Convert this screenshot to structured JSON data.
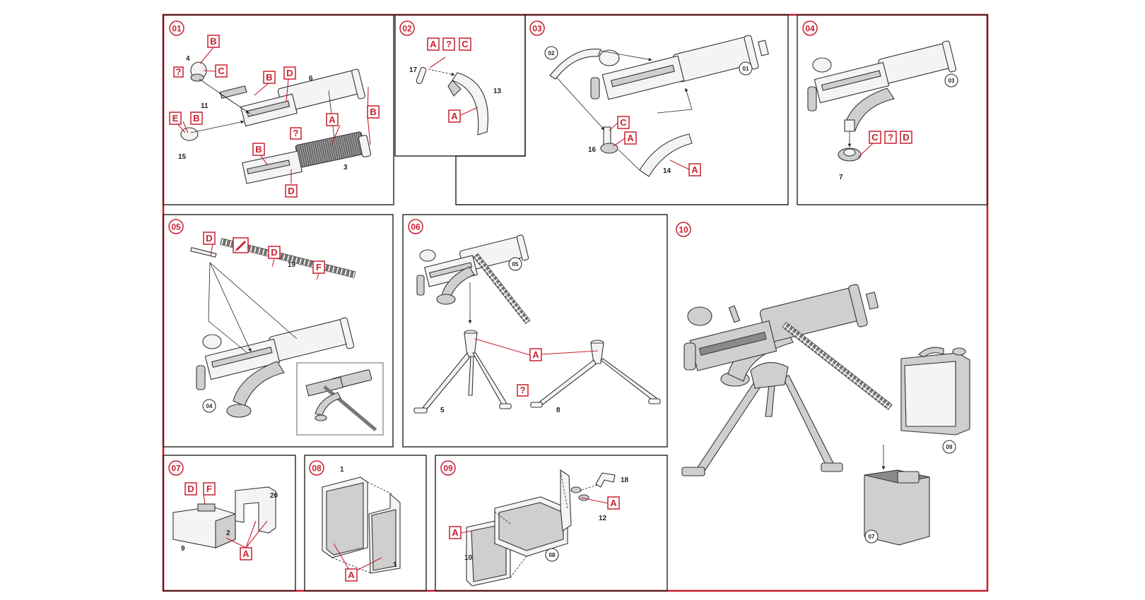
{
  "steps": [
    "01",
    "02",
    "03",
    "04",
    "05",
    "06",
    "07",
    "08",
    "09",
    "10"
  ],
  "labels": {
    "A": "A",
    "B": "B",
    "C": "C",
    "D": "D",
    "E": "E",
    "F": "F",
    "Q": "?"
  },
  "part_numbers": {
    "p1": "1",
    "p2": "2",
    "p3": "3",
    "p4": "4",
    "p5": "5",
    "p6": "6",
    "p7": "7",
    "p8": "8",
    "p9": "9",
    "p10": "10",
    "p11": "11",
    "p12": "12",
    "p13": "13",
    "p14": "14",
    "p15": "15",
    "p16": "16",
    "p17": "17",
    "p18": "18",
    "p19": "19",
    "p20": "20"
  },
  "step_refs": {
    "r01": "01",
    "r02": "02",
    "r03": "03",
    "r04": "04",
    "r05": "05",
    "r07": "07",
    "r08": "08",
    "r09": "09"
  },
  "colors": {
    "accent": "#c8202f",
    "line": "#222222"
  }
}
